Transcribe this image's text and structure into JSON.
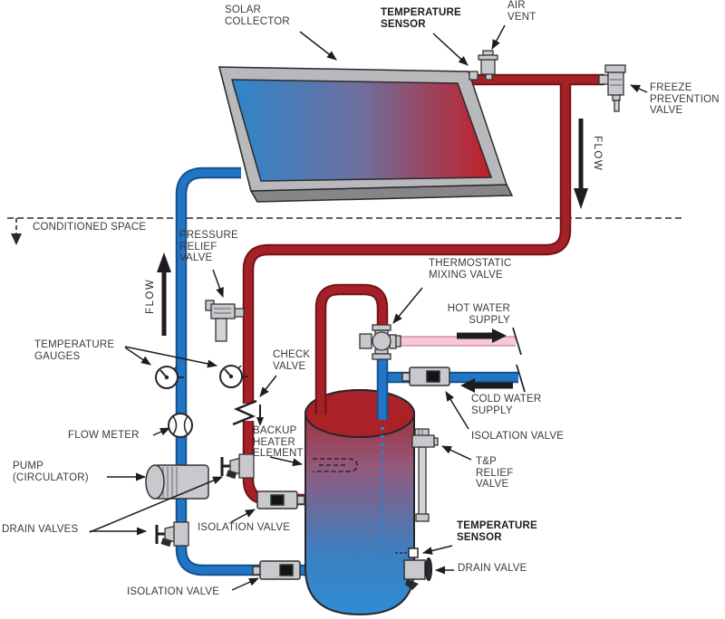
{
  "diagram_type": "solar-water-heating-system-schematic",
  "labels": {
    "solar_collector": [
      "SOLAR",
      "COLLECTOR"
    ],
    "temperature_sensor_top": [
      "TEMPERATURE",
      "SENSOR"
    ],
    "air_vent": [
      "AIR",
      "VENT"
    ],
    "freeze_prevention_valve": [
      "FREEZE",
      "PREVENTION",
      "VALVE"
    ],
    "flow_down": "FLOW",
    "conditioned_space": "CONDITIONED SPACE",
    "pressure_relief_valve": [
      "PRESSURE",
      "RELIEF",
      "VALVE"
    ],
    "flow_up": "FLOW",
    "temperature_gauges": [
      "TEMPERATURE",
      "GAUGES"
    ],
    "check_valve": [
      "CHECK",
      "VALVE"
    ],
    "thermostatic_mixing_valve": [
      "THERMOSTATIC",
      "MIXING VALVE"
    ],
    "hot_water_supply": [
      "HOT WATER",
      "SUPPLY"
    ],
    "cold_water_supply": [
      "COLD WATER",
      "SUPPLY"
    ],
    "isolation_valve_cold": "ISOLATION VALVE",
    "tp_relief_valve": [
      "T&P",
      "RELIEF",
      "VALVE"
    ],
    "flow_meter": "FLOW METER",
    "pump": [
      "PUMP",
      "(CIRCULATOR)"
    ],
    "backup_heater_element": [
      "BACKUP",
      "HEATER",
      "ELEMENT"
    ],
    "drain_valves": "DRAIN VALVES",
    "isolation_valve_hot": "ISOLATION VALVE",
    "isolation_valve_bottom": "ISOLATION VALVE",
    "temperature_sensor_tank": [
      "TEMPERATURE",
      "SENSOR"
    ],
    "drain_valve_tank": "DRAIN VALVE"
  },
  "colors": {
    "hot_pipe": "#a42127",
    "hot_pipe_outline": "#741316",
    "cold_pipe": "#2274c4",
    "cold_pipe_outline": "#14518d",
    "mixed_hot_supply_pipe": "#f8c8da",
    "fitting_gray": "#c9c9cd",
    "label_text": "#3a3a3c",
    "collector_gradient": [
      "#2e85c9",
      "#6f6f9e",
      "#c11f27"
    ],
    "tank_gradient": [
      "#a82025",
      "#925a7d",
      "#3d7fc0",
      "#2f8cd3"
    ]
  }
}
